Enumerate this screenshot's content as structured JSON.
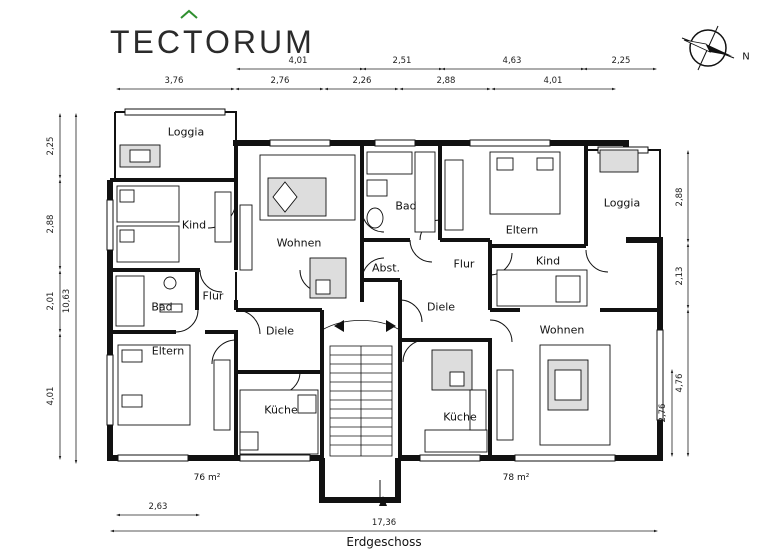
{
  "brand": {
    "name": "TECTORUM",
    "color": "#2f8f2f"
  },
  "caption": "Erdgeschoss",
  "compass": {
    "label": "N"
  },
  "rooms": {
    "loggia_left": "Loggia",
    "kind_left": "Kind",
    "wohnen_left": "Wohnen",
    "bad_left": "Bad",
    "flur_left": "Flur",
    "diele_left": "Diele",
    "eltern_left": "Eltern",
    "kueche_left": "Küche",
    "bad_right": "Bad",
    "abst": "Abst.",
    "flur_right": "Flur",
    "eltern_right": "Eltern",
    "loggia_right": "Loggia",
    "kind_right": "Kind",
    "diele_right": "Diele",
    "wohnen_right": "Wohnen",
    "kueche_right": "Küche"
  },
  "areas": {
    "left": "76 m²",
    "right": "78 m²"
  },
  "dimensions": {
    "top_row1": [
      "4,01",
      "2,51",
      "4,63",
      "2,25"
    ],
    "top_row2": [
      "3,76",
      "2,76",
      "2,26",
      "2,88",
      "4,01"
    ],
    "left_inner": [
      "2,25",
      "2,88",
      "2,01",
      "4,01"
    ],
    "left_total": "10,63",
    "right_inner": [
      "2,88",
      "2,13"
    ],
    "right_outer": [
      "4,76",
      "2,76"
    ],
    "bottom_small": "2,63",
    "bottom_total": "17,36"
  }
}
